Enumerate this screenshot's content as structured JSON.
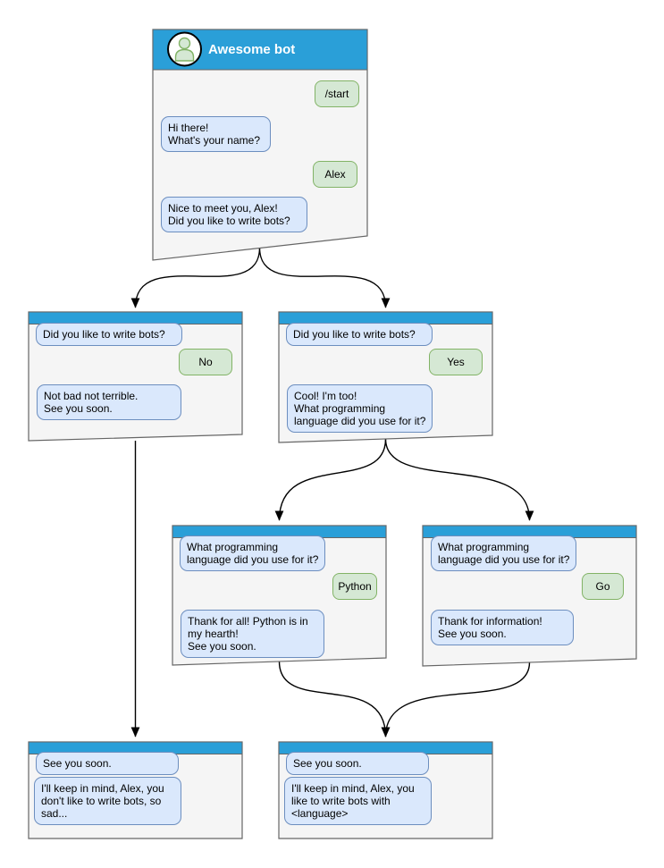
{
  "colors": {
    "header_blue": "#2A9FD8",
    "window_fill": "#F5F5F5",
    "window_border": "#666666",
    "bot_bubble_fill": "#DAE8FC",
    "bot_bubble_border": "#6C8EBF",
    "user_bubble_fill": "#D5E8D4",
    "user_bubble_border": "#82B366",
    "arrow": "#000000",
    "title_text": "#FFFFFF"
  },
  "windows": {
    "main": {
      "title": "Awesome bot",
      "avatar_icon": "person",
      "messages": [
        {
          "from": "user",
          "text": "/start"
        },
        {
          "from": "bot",
          "text": "Hi there!\nWhat's your name?"
        },
        {
          "from": "user",
          "text": "Alex"
        },
        {
          "from": "bot",
          "text": "Nice to meet you, Alex!\nDid you like to write bots?"
        }
      ]
    },
    "branch_no": {
      "messages": [
        {
          "from": "bot",
          "text": "Did you like to write bots?"
        },
        {
          "from": "user",
          "text": "No"
        },
        {
          "from": "bot",
          "text": "Not bad not terrible.\nSee you soon."
        }
      ]
    },
    "branch_yes": {
      "messages": [
        {
          "from": "bot",
          "text": "Did you like to write bots?"
        },
        {
          "from": "user",
          "text": "Yes"
        },
        {
          "from": "bot",
          "text": "Cool! I'm too!\nWhat programming\nlanguage did you use for it?"
        }
      ]
    },
    "lang_python": {
      "messages": [
        {
          "from": "bot",
          "text": "What programming\nlanguage did you use for it?"
        },
        {
          "from": "user",
          "text": "Python"
        },
        {
          "from": "bot",
          "text": "Thank for all! Python is in\nmy hearth!\nSee you soon."
        }
      ]
    },
    "lang_go": {
      "messages": [
        {
          "from": "bot",
          "text": "What programming\nlanguage did you use for it?"
        },
        {
          "from": "user",
          "text": "Go"
        },
        {
          "from": "bot",
          "text": "Thank for information!\nSee you soon."
        }
      ]
    },
    "end_no": {
      "messages": [
        {
          "from": "bot",
          "text": "See you soon."
        },
        {
          "from": "bot",
          "text": "I'll keep in mind, Alex, you\ndon't like to write bots, so\nsad..."
        }
      ]
    },
    "end_yes": {
      "messages": [
        {
          "from": "bot",
          "text": "See you soon."
        },
        {
          "from": "bot",
          "text": "I'll keep in mind, Alex, you\nlike to write bots with\n<language>"
        }
      ]
    }
  }
}
